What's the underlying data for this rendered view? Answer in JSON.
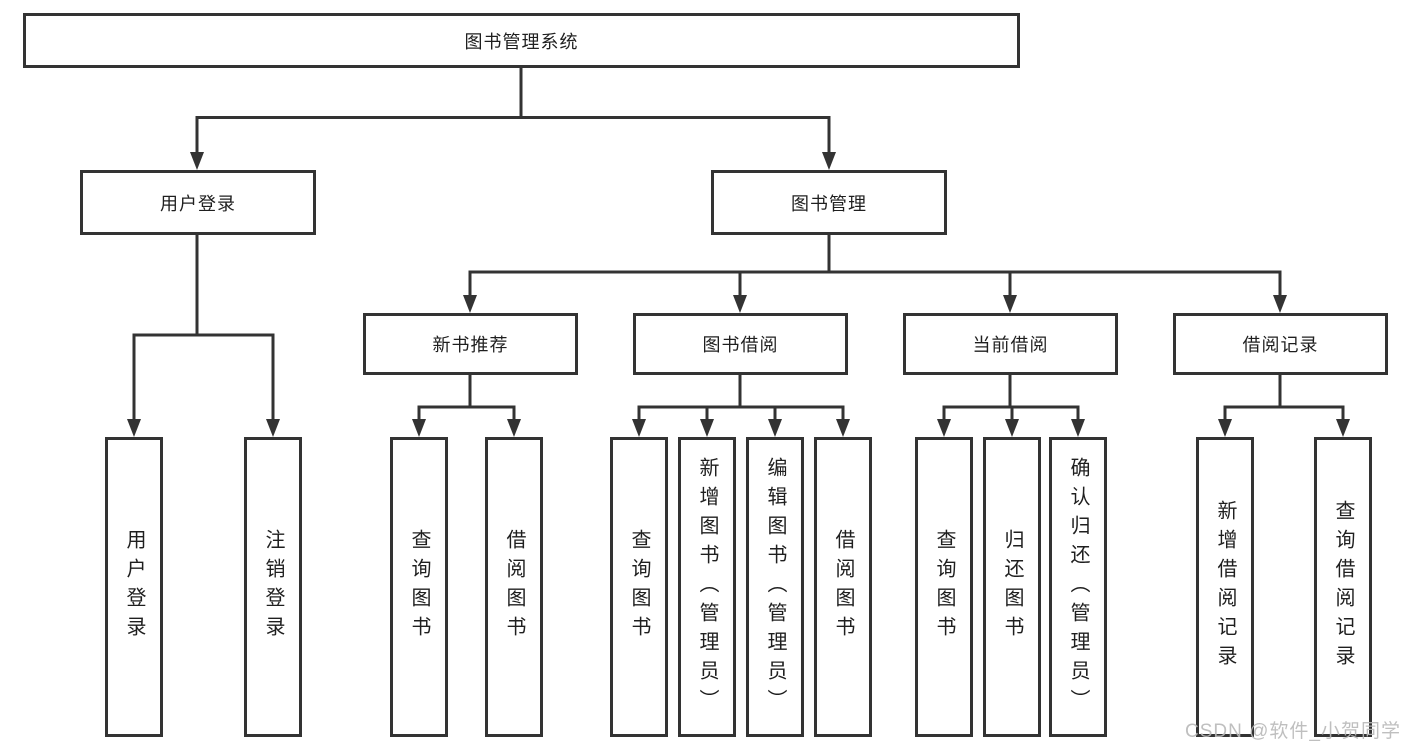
{
  "diagram": {
    "root": "图书管理系统",
    "level1": {
      "user_login": "用户登录",
      "book_mgmt": "图书管理"
    },
    "level2": {
      "new_books": "新书推荐",
      "book_borrow": "图书借阅",
      "current_borrow": "当前借阅",
      "borrow_records": "借阅记录"
    },
    "leaves": {
      "user_login": [
        "用户登录",
        "注销登录"
      ],
      "new_books": [
        "查询图书",
        "借阅图书"
      ],
      "book_borrow": [
        "查询图书",
        "新增图书（管理员）",
        "编辑图书（管理员）",
        "借阅图书"
      ],
      "current_borrow": [
        "查询图书",
        "归还图书",
        "确认归还（管理员）"
      ],
      "borrow_records": [
        "新增借阅记录",
        "查询借阅记录"
      ]
    }
  },
  "watermark": "CSDN @软件_小贺同学",
  "colors": {
    "line": "#333333",
    "box_border": "#333333",
    "box_fill": "#ffffff",
    "text": "#1f1f1f",
    "watermark": "#b9b9b9"
  }
}
